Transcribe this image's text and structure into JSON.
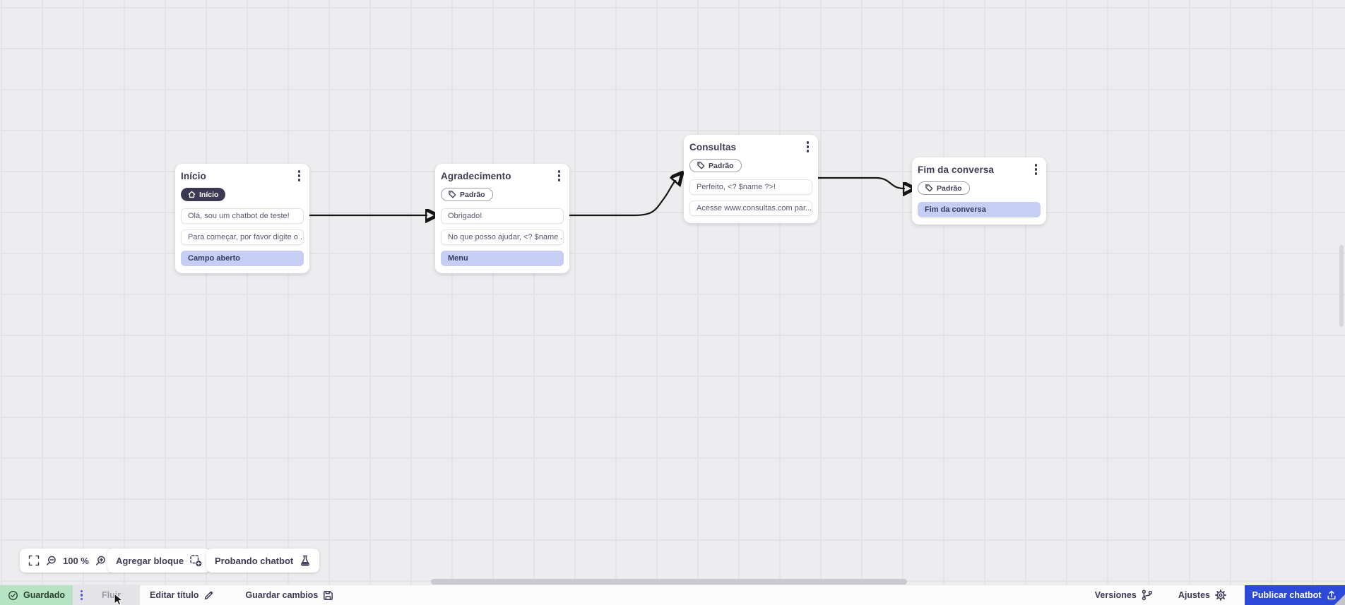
{
  "canvas": {
    "nodes": [
      {
        "title": "Início",
        "badge": "Início",
        "badge_type": "dark",
        "rows": [
          {
            "text": "Olá, sou um chatbot de teste!",
            "type": "white"
          },
          {
            "text": "Para começar, por favor digite o ...",
            "type": "white"
          },
          {
            "text": "Campo aberto",
            "type": "highlight"
          }
        ]
      },
      {
        "title": "Agradecimento",
        "badge": "Padrão",
        "badge_type": "outline",
        "rows": [
          {
            "text": "Obrigado!",
            "type": "white"
          },
          {
            "text": "No que posso ajudar, <? $name ...",
            "type": "white"
          },
          {
            "text": "Menu",
            "type": "highlight"
          }
        ]
      },
      {
        "title": "Consultas",
        "badge": "Padrão",
        "badge_type": "outline",
        "rows": [
          {
            "text": "Perfeito, <? $name ?>!",
            "type": "white"
          },
          {
            "text": "Acesse www.consultas.com par...",
            "type": "white"
          }
        ]
      },
      {
        "title": "Fim da conversa",
        "badge": "Padrão",
        "badge_type": "outline",
        "rows": [
          {
            "text": "Fim da conversa",
            "type": "highlight"
          }
        ]
      }
    ]
  },
  "controls": {
    "zoom_level": "100 %",
    "add_block_label": "Agregar bloque",
    "test_chatbot_label": "Probando chatbot"
  },
  "statusbar": {
    "saved_label": "Guardado",
    "flow_label": "Fluir",
    "edit_title_label": "Editar título",
    "save_changes_label": "Guardar cambios",
    "versions_label": "Versiones",
    "settings_label": "Ajustes",
    "publish_label": "Publicar chatbot"
  },
  "colors": {
    "publish_blue": "#2d49da",
    "saved_green": "#b6e4c2",
    "highlight_lavender": "#c6cef3",
    "dark_badge": "#3b3a52",
    "connector": "#151515",
    "canvas_bg": "#ededef",
    "grid_line": "#e3e3e6"
  }
}
